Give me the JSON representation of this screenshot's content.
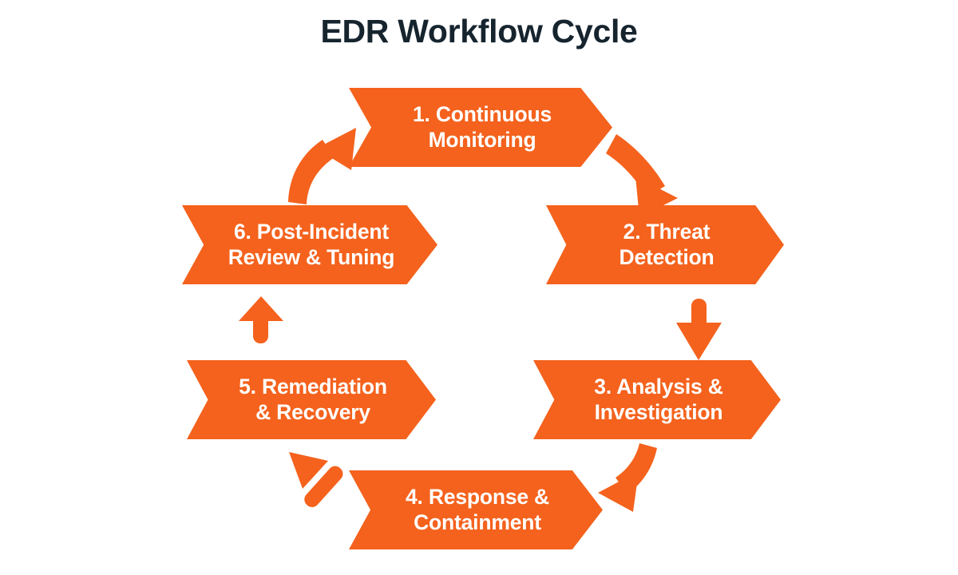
{
  "title": "EDR Workflow Cycle",
  "colors": {
    "accent": "#f4621d",
    "title": "#16242e",
    "background": "#ffffff",
    "label_text": "#ffffff"
  },
  "diagram": {
    "type": "cycle",
    "stage_count": 6,
    "stages": [
      {
        "number": "1.",
        "label": "1. Continuous\nMonitoring",
        "name": "continuous-monitoring"
      },
      {
        "number": "2.",
        "label": "2. Threat\nDetection",
        "name": "threat-detection"
      },
      {
        "number": "3.",
        "label": "3. Analysis &\nInvestigation",
        "name": "analysis-investigation"
      },
      {
        "number": "4.",
        "label": "4. Response &\nContainment",
        "name": "response-containment"
      },
      {
        "number": "5.",
        "label": "5. Remediation\n& Recovery",
        "name": "remediation-recovery"
      },
      {
        "number": "6.",
        "label": "6. Post-Incident\nReview & Tuning",
        "name": "post-incident-review-tuning"
      }
    ],
    "connectors": [
      {
        "from": "1. Continuous Monitoring",
        "to": "2. Threat Detection",
        "style": "curved",
        "direction": "down-right"
      },
      {
        "from": "2. Threat Detection",
        "to": "3. Analysis & Investigation",
        "style": "straight",
        "direction": "down"
      },
      {
        "from": "3. Analysis & Investigation",
        "to": "4. Response & Containment",
        "style": "curved",
        "direction": "down-left"
      },
      {
        "from": "4. Response & Containment",
        "to": "5. Remediation & Recovery",
        "style": "straight",
        "direction": "up-left"
      },
      {
        "from": "5. Remediation & Recovery",
        "to": "6. Post-Incident Review & Tuning",
        "style": "straight",
        "direction": "up"
      },
      {
        "from": "6. Post-Incident Review & Tuning",
        "to": "1. Continuous Monitoring",
        "style": "curved",
        "direction": "up-right"
      }
    ]
  }
}
